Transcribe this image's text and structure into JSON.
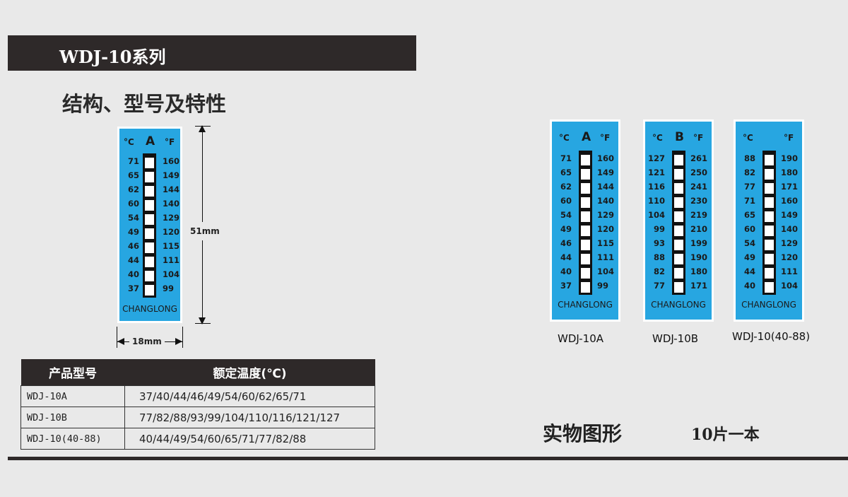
{
  "header": {
    "title": "WDJ-10系列"
  },
  "section": {
    "title": "结构、型号及特性"
  },
  "diagram": {
    "height_label": "51mm",
    "width_label": "18mm",
    "strip": {
      "unit_c": "°C",
      "unit_f": "°F",
      "letter": "A",
      "rows": [
        [
          "71",
          "160"
        ],
        [
          "65",
          "149"
        ],
        [
          "62",
          "144"
        ],
        [
          "60",
          "140"
        ],
        [
          "54",
          "129"
        ],
        [
          "49",
          "120"
        ],
        [
          "46",
          "115"
        ],
        [
          "44",
          "111"
        ],
        [
          "40",
          "104"
        ],
        [
          "37",
          "99"
        ]
      ],
      "brand": "CHANGLONG"
    }
  },
  "table": {
    "headers": [
      "产品型号",
      "额定温度(℃)"
    ],
    "rows": [
      {
        "model": "WDJ-10A",
        "temps": "37/40/44/46/49/54/60/62/65/71"
      },
      {
        "model": "WDJ-10B",
        "temps": "77/82/88/93/99/104/110/116/121/127"
      },
      {
        "model": "WDJ-10(40-88)",
        "temps": "40/44/49/54/60/65/71/77/82/88"
      }
    ]
  },
  "products": [
    {
      "letter": "A",
      "unit_c": "°C",
      "unit_f": "°F",
      "caption": "WDJ-10A",
      "brand": "CHANGLONG",
      "rows": [
        [
          "71",
          "160"
        ],
        [
          "65",
          "149"
        ],
        [
          "62",
          "144"
        ],
        [
          "60",
          "140"
        ],
        [
          "54",
          "129"
        ],
        [
          "49",
          "120"
        ],
        [
          "46",
          "115"
        ],
        [
          "44",
          "111"
        ],
        [
          "40",
          "104"
        ],
        [
          "37",
          "99"
        ]
      ]
    },
    {
      "letter": "B",
      "unit_c": "°C",
      "unit_f": "°F",
      "caption": "WDJ-10B",
      "brand": "CHANGLONG",
      "rows": [
        [
          "127",
          "261"
        ],
        [
          "121",
          "250"
        ],
        [
          "116",
          "241"
        ],
        [
          "110",
          "230"
        ],
        [
          "104",
          "219"
        ],
        [
          "99",
          "210"
        ],
        [
          "93",
          "199"
        ],
        [
          "88",
          "190"
        ],
        [
          "82",
          "180"
        ],
        [
          "77",
          "171"
        ]
      ]
    },
    {
      "letter": "",
      "unit_c": "°C",
      "unit_f": "°F",
      "caption": "WDJ-10(40-88)",
      "brand": "CHANGLONG",
      "rows": [
        [
          "88",
          "190"
        ],
        [
          "82",
          "180"
        ],
        [
          "77",
          "171"
        ],
        [
          "71",
          "160"
        ],
        [
          "65",
          "149"
        ],
        [
          "60",
          "140"
        ],
        [
          "54",
          "129"
        ],
        [
          "49",
          "120"
        ],
        [
          "44",
          "111"
        ],
        [
          "40",
          "104"
        ]
      ]
    }
  ],
  "footer": {
    "label": "实物图形",
    "note": "10片一本"
  },
  "colors": {
    "strip_blue": "#27a6e1",
    "dark_bar": "#2e2929"
  }
}
